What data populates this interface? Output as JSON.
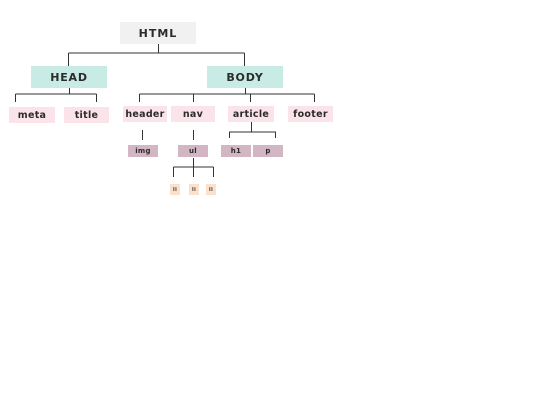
{
  "diagram": {
    "root": {
      "label": "HTML"
    },
    "head": {
      "label": "HEAD",
      "children": [
        {
          "label": "meta"
        },
        {
          "label": "title"
        }
      ]
    },
    "body": {
      "label": "BODY",
      "children": [
        {
          "label": "header",
          "children": [
            {
              "label": "img"
            }
          ]
        },
        {
          "label": "nav",
          "children": [
            {
              "label": "ul",
              "children": [
                {
                  "label": "li"
                },
                {
                  "label": "li"
                },
                {
                  "label": "li"
                }
              ]
            }
          ]
        },
        {
          "label": "article",
          "children": [
            {
              "label": "h1"
            },
            {
              "label": "p"
            }
          ]
        },
        {
          "label": "footer"
        }
      ]
    }
  },
  "colors": {
    "root": "#f1f1f1",
    "level1": "#c9ebe6",
    "level2": "#fbe3ea",
    "level3": "#d2b6c3",
    "level4": "#fbe0cc",
    "line": "#333333"
  }
}
